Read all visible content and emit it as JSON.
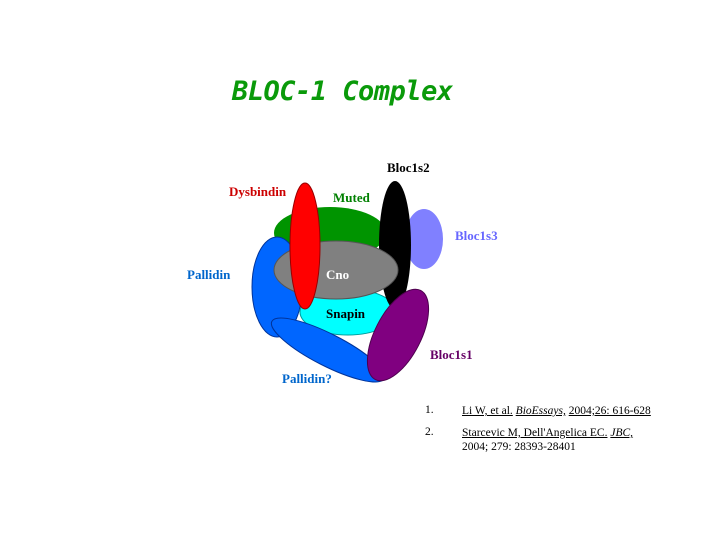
{
  "title": "BLOC-1 Complex",
  "proteins": {
    "bloc1s2": {
      "label": "Bloc1s2",
      "color": "#000000"
    },
    "dysbindin": {
      "label": "Dysbindin",
      "color": "#ff0000"
    },
    "muted": {
      "label": "Muted",
      "color": "#009400"
    },
    "bloc1s3": {
      "label": "Bloc1s3",
      "color": "#8080ff"
    },
    "pallidin": {
      "label": "Pallidin",
      "color": "#0066ff"
    },
    "cno": {
      "label": "Cno",
      "color": "#808080"
    },
    "snapin": {
      "label": "Snapin",
      "color": "#00ffff"
    },
    "bloc1s1": {
      "label": "Bloc1s1",
      "color": "#800080"
    },
    "pallidin_q": {
      "label": "Pallidin?",
      "color": "#0066ff"
    }
  },
  "references": [
    {
      "num": "1.",
      "authors": "Li W, et al.",
      "journal": "BioEssays,",
      "details": "2004;26: 616-628"
    },
    {
      "num": "2.",
      "authors": "Starcevic M, Dell'Angelica EC.",
      "journal": "JBC,",
      "details": "2004; 279: 28393-28401"
    }
  ]
}
